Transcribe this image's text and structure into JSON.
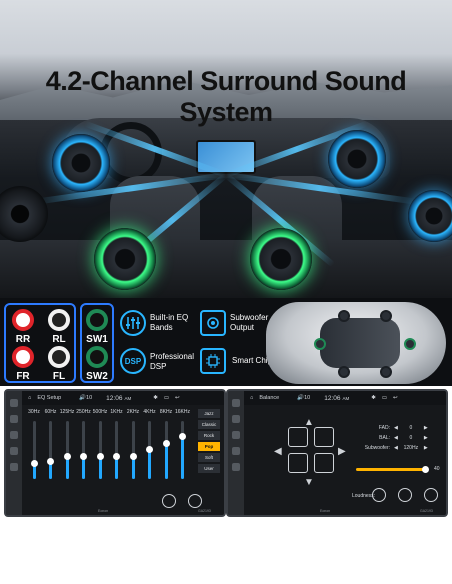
{
  "hero": {
    "title": "4.2-Channel Surround Sound System"
  },
  "colors": {
    "accent_blue": "#2bb6ff",
    "accent_green": "#3dff8a",
    "box_border": "#2d7bff",
    "eq_fill": "#22a8ff",
    "preset_selected": "#ffb300"
  },
  "channels": {
    "jacks": [
      {
        "label": "RR",
        "color": "#e0242a"
      },
      {
        "label": "RL",
        "color": "#f2f2f2"
      },
      {
        "label": "FR",
        "color": "#e0242a"
      },
      {
        "label": "FL",
        "color": "#f2f2f2"
      }
    ],
    "subwoofer_jacks": [
      {
        "label": "SW1",
        "color": "#1f8a55"
      },
      {
        "label": "SW2",
        "color": "#1f8a55"
      }
    ]
  },
  "features": [
    {
      "icon": "equalizer-icon",
      "line1": "Built-in EQ",
      "line2": "Bands"
    },
    {
      "icon": "subwoofer-icon",
      "line1": "Subwoofer",
      "line2": "Output"
    },
    {
      "icon": "dsp-icon",
      "icon_text": "DSP",
      "line1": "Professional",
      "line2": "DSP"
    },
    {
      "icon": "chip-icon",
      "line1": "Smart Chip",
      "line2": ""
    }
  ],
  "eq_screen": {
    "title": "EQ Setup",
    "time": "12:06",
    "ampm": "AM",
    "volume": "10",
    "bands": [
      {
        "label": "30Hz",
        "level": 0.28
      },
      {
        "label": "60Hz",
        "level": 0.31
      },
      {
        "label": "125Hz",
        "level": 0.4
      },
      {
        "label": "250Hz",
        "level": 0.4
      },
      {
        "label": "500Hz",
        "level": 0.4
      },
      {
        "label": "1KHz",
        "level": 0.4
      },
      {
        "label": "2KHz",
        "level": 0.4
      },
      {
        "label": "4KHz",
        "level": 0.52
      },
      {
        "label": "8KHz",
        "level": 0.62
      },
      {
        "label": "16KHz",
        "level": 0.74
      }
    ],
    "presets": [
      "Jazz",
      "Classic",
      "Rock",
      "Pop",
      "Soft",
      "User"
    ],
    "selected_preset": "Pop",
    "brand": "Eonon",
    "model": "GA2193"
  },
  "balance_screen": {
    "title": "Balance",
    "time": "12:06",
    "ampm": "AM",
    "volume": "10",
    "rows": [
      {
        "label": "FAD:",
        "value": "0"
      },
      {
        "label": "BAL:",
        "value": "0"
      },
      {
        "label": "Subwoofer:",
        "value": "120Hz"
      }
    ],
    "slider_value": "40",
    "loudness_label": "Loudness:",
    "brand": "Eonon",
    "model": "GA2193"
  }
}
